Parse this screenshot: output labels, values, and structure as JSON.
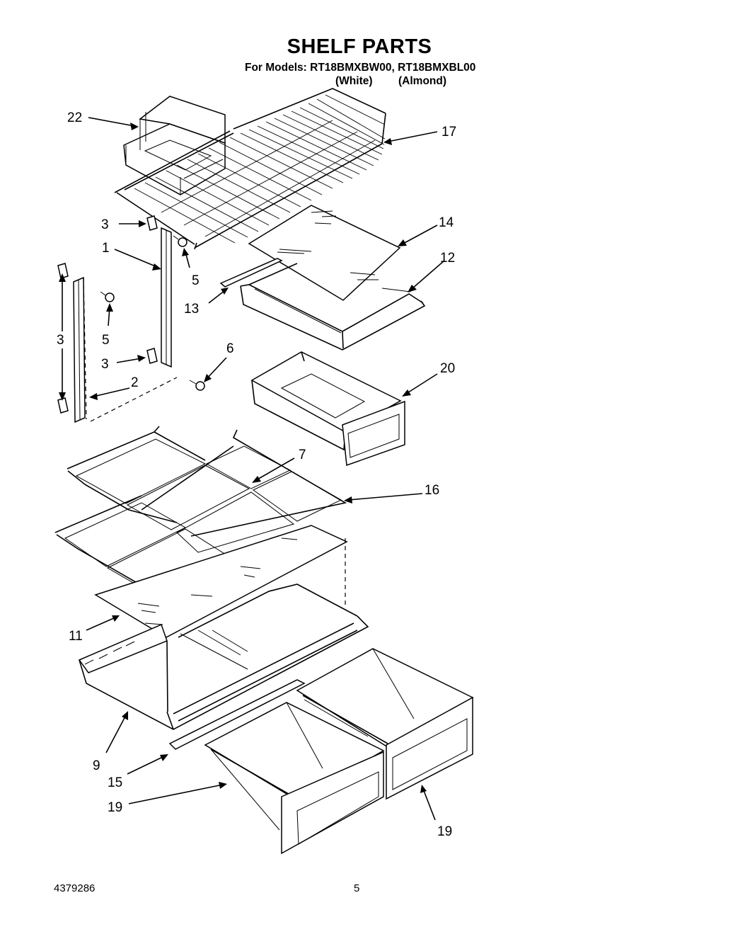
{
  "header": {
    "title": "SHELF PARTS",
    "models_line": "For Models: RT18BMXBW00, RT18BMXBL00",
    "variant_white": "(White)",
    "variant_almond": "(Almond)"
  },
  "callouts": {
    "c22": "22",
    "c17": "17",
    "c14": "14",
    "c12": "12",
    "c13": "13",
    "c3a": "3",
    "c1": "1",
    "c5a": "5",
    "c5b": "5",
    "c3b": "3",
    "c3c": "3",
    "c6": "6",
    "c2": "2",
    "c20": "20",
    "c7": "7",
    "c16": "16",
    "c11": "11",
    "c9": "9",
    "c15": "15",
    "c19a": "19",
    "c19b": "19"
  },
  "footer": {
    "doc_number": "4379286",
    "page_number": "5"
  }
}
